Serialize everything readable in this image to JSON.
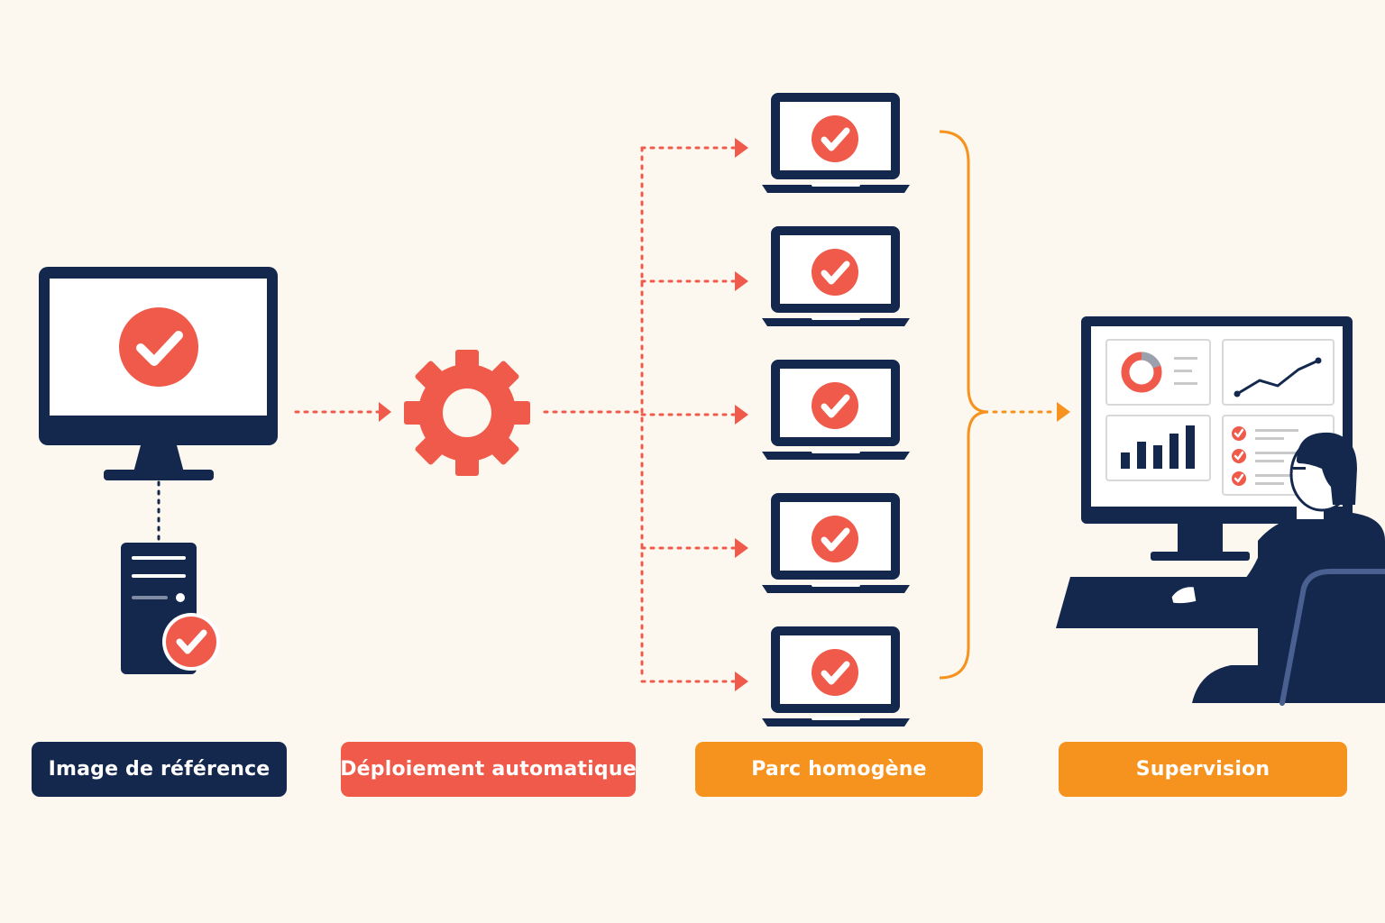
{
  "colors": {
    "background": "#fcf8ef",
    "navy": "#14284e",
    "coral": "#ef5a4a",
    "orange": "#f6921e",
    "screen": "#ffffff"
  },
  "labels": {
    "reference": "Image de référence",
    "deployment": "Déploiement automatique",
    "fleet": "Parc homogène",
    "supervision": "Supervision"
  },
  "icons": {
    "reference_monitor": "monitor-check-icon",
    "server": "server-tower-icon",
    "deployment": "gear-icon",
    "laptop": "laptop-check-icon",
    "supervision": "dashboard-operator-icon"
  },
  "fleet": {
    "laptop_count": 5
  }
}
